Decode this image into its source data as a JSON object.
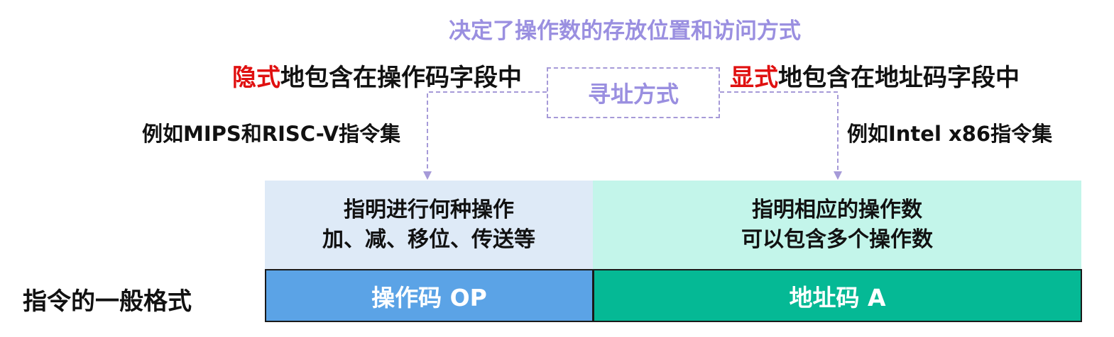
{
  "headline": "决定了操作数的存放位置和访问方式",
  "addressing_mode": "寻址方式",
  "implicit": {
    "emphasis": "隐式",
    "rest": "地包含在操作码字段中",
    "example": "例如MIPS和RISC-V指令集"
  },
  "explicit": {
    "emphasis": "显式",
    "rest": "地包含在地址码字段中",
    "example": "例如Intel x86指令集"
  },
  "opcode_desc": {
    "line1": "指明进行何种操作",
    "line2": "加、减、移位、传送等"
  },
  "address_desc": {
    "line1": "指明相应的操作数",
    "line2": "可以包含多个操作数"
  },
  "fields": {
    "opcode": "操作码 OP",
    "address": "地址码 A"
  },
  "format_label": "指令的一般格式",
  "colors": {
    "headline": "#9a8fe0",
    "addressing_mode": "#9a8fe0",
    "emphasis": "#e01010",
    "connector": "#a69ad8",
    "opcode_desc_bg": "#deeaf7",
    "address_desc_bg": "#c3f5ea",
    "opcode_field": "#5ba3e6",
    "address_field": "#05b995"
  }
}
